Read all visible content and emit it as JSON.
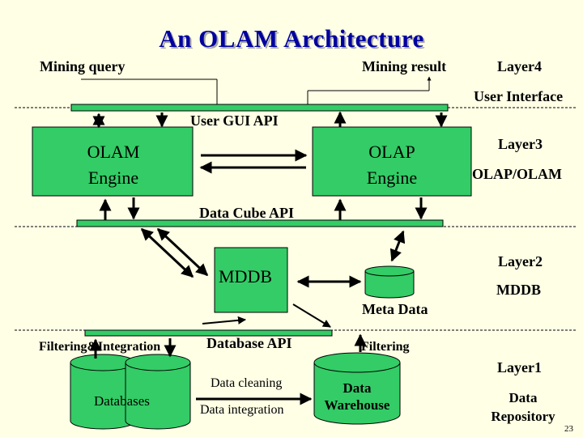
{
  "title": "An OLAM Architecture",
  "labels": {
    "mining_query": "Mining query",
    "mining_result": "Mining result",
    "user_gui_api": "User GUI API",
    "data_cube_api": "Data Cube API",
    "mddb_box": "MDDB",
    "meta_data": "Meta Data",
    "filtering_integration": "Filtering&Integration",
    "database_api": "Database API",
    "filtering": "Filtering",
    "databases": "Databases",
    "data_cleaning": "Data cleaning",
    "data_integration": "Data integration",
    "data_warehouse_line1": "Data",
    "data_warehouse_line2": "Warehouse"
  },
  "engines": {
    "olam_line1": "OLAM",
    "olam_line2": "Engine",
    "olap_line1": "OLAP",
    "olap_line2": "Engine"
  },
  "layers": {
    "layer4": "Layer4",
    "user_interface": "User Interface",
    "layer3": "Layer3",
    "olap_olam": "OLAP/OLAM",
    "layer2": "Layer2",
    "mddb": "MDDB",
    "layer1": "Layer1",
    "data_line1": "Data",
    "data_line2": "Repository"
  },
  "page_number": "23",
  "colors": {
    "background": "#ffffe6",
    "box_fill": "#33cc66",
    "title": "#0000a0"
  }
}
